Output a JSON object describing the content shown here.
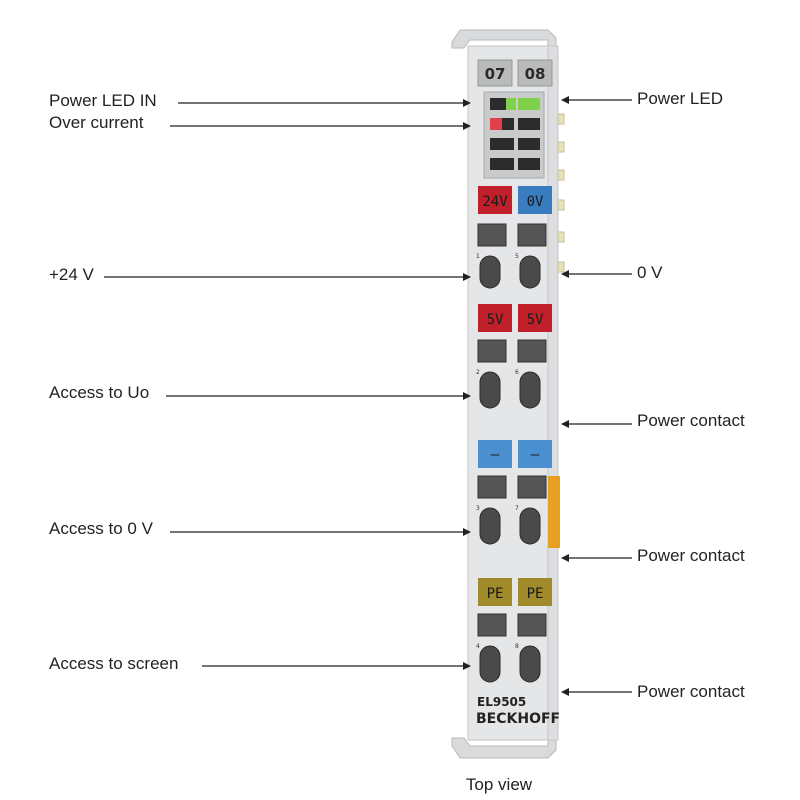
{
  "callouts_left": [
    {
      "id": "power-led-in",
      "text": "Power LED IN"
    },
    {
      "id": "over-current",
      "text": "Over current"
    },
    {
      "id": "plus-24v",
      "text": "+24 V"
    },
    {
      "id": "access-to-uo",
      "text": "Access to Uo"
    },
    {
      "id": "access-to-0v",
      "text": "Access to 0 V"
    },
    {
      "id": "access-to-screen",
      "text": "Access to screen"
    }
  ],
  "callouts_right": [
    {
      "id": "power-led",
      "text": "Power LED"
    },
    {
      "id": "zero-v",
      "text": "0 V"
    },
    {
      "id": "power-contact-1",
      "text": "Power contact"
    },
    {
      "id": "power-contact-2",
      "text": "Power contact"
    },
    {
      "id": "power-contact-3",
      "text": "Power contact"
    }
  ],
  "caption": "Top view",
  "terminal": {
    "numbers": [
      "07",
      "08"
    ],
    "model": "EL9505",
    "brand": "BECKHOFF",
    "contact_numbers": [
      "1",
      "5",
      "2",
      "6",
      "3",
      "7",
      "4",
      "8"
    ],
    "plates": [
      {
        "left": "24V",
        "right": "0V",
        "left_color": "#c0202a",
        "right_color": "#3a7cc0"
      },
      {
        "left": "5V",
        "right": "5V",
        "left_color": "#c0202a",
        "right_color": "#c0202a"
      },
      {
        "left": "–",
        "right": "–",
        "left_color": "#4a8fd0",
        "right_color": "#4a8fd0"
      },
      {
        "left": "PE",
        "right": "PE",
        "left_color": "#a08a2a",
        "right_color": "#a08a2a"
      }
    ],
    "led_colors": {
      "green": "#7fd14a",
      "red": "#e0404a",
      "off": "#2b2b2b"
    },
    "accent_orange": "#e8a020"
  }
}
